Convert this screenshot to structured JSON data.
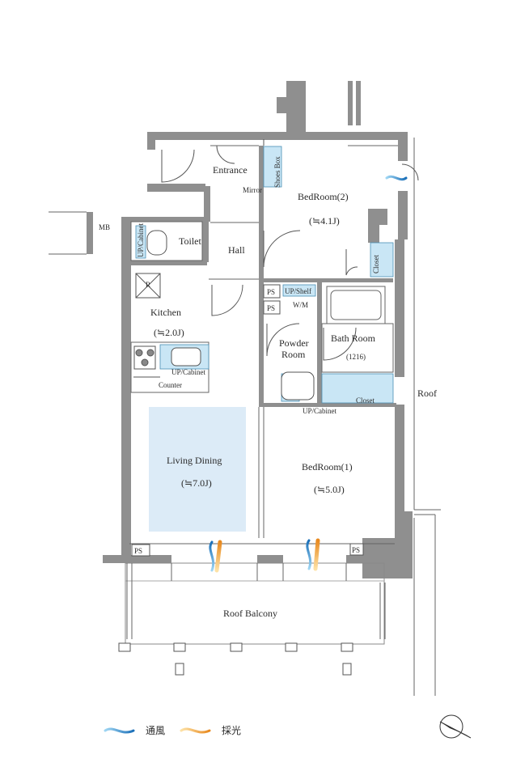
{
  "rooms": {
    "entrance": "Entrance",
    "shoes_box": "Shoes Box",
    "mirror": "Mirror",
    "bedroom2": "BedRoom(2)",
    "bedroom2_size": "(≒4.1J)",
    "mb": "MB",
    "toilet": "Toilet",
    "toilet_cabinet": "UP/Cabinet",
    "hall": "Hall",
    "closet_bed2": "Closet",
    "ps1": "PS",
    "ps2": "PS",
    "up_shelf": "UP/Shelf",
    "wm": "W/M",
    "r_mark": "R",
    "kitchen": "Kitchen",
    "kitchen_size": "(≒2.0J)",
    "powder_room_1": "Powder",
    "powder_room_2": "Room",
    "bath_room": "Bath Room",
    "bath_size": "(1216)",
    "kitchen_cabinet": "UP/Cabinet",
    "counter": "Counter",
    "closet_bed1": "Closet",
    "powder_cabinet": "UP/Cabinet",
    "roof": "Roof",
    "living_dining": "Living Dining",
    "living_size": "(≒7.0J)",
    "bedroom1": "BedRoom(1)",
    "bedroom1_size": "(≒5.0J)",
    "ps3": "PS",
    "ps4": "PS",
    "roof_balcony": "Roof Balcony"
  },
  "legend": {
    "ventilation": "通風",
    "daylight": "採光"
  },
  "colors": {
    "wall": "#8f8f8f",
    "storage": "#c9e6f5",
    "living_highlight": "#dcebf7",
    "ventilation": "#2a8fd0",
    "daylight": "#f0a040"
  }
}
